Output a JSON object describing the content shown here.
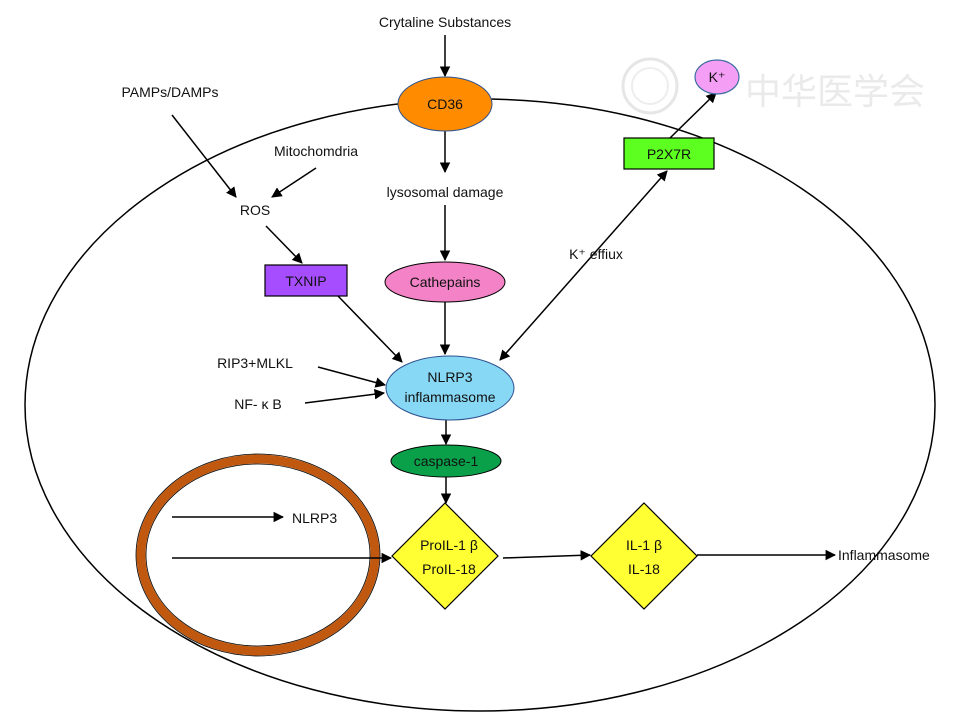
{
  "watermark": {
    "text": "中华医学会",
    "color": "#cfcfcf"
  },
  "colors": {
    "cd36": "#ff8c00",
    "cathepains": "#f383c6",
    "nlrp3": "#87d8f5",
    "caspase": "#0aa04a",
    "txnip": "#a64dff",
    "p2x7r": "#5cff1f",
    "kplus": "#f59ef5",
    "diamond": "#ffff33",
    "nucleus": "#c0580f"
  },
  "labels": {
    "crytaline": "Crytaline Substances",
    "cd36": "CD36",
    "lysosomal": "lysosomal damage",
    "cathepains": "Cathepains",
    "pamps": "PAMPs/DAMPs",
    "mitochondria": "Mitochomdria",
    "ros": "ROS",
    "txnip": "TXNIP",
    "rip3": "RIP3+MLKL",
    "nfkb": "NF- κ B",
    "nlrp3_line1": "NLRP3",
    "nlrp3_line2": "inflammasome",
    "k_efflux": "K⁺ effiux",
    "p2x7r": "P2X7R",
    "kplus": "K⁺",
    "caspase": "caspase-1",
    "pro_line1": "ProIL-1 β",
    "pro_line2": "ProIL-18",
    "il_line1": "IL-1 β",
    "il_line2": "IL-18",
    "inflammasome": "Inflammasome",
    "nucleus_nlrp3": "NLRP3"
  }
}
